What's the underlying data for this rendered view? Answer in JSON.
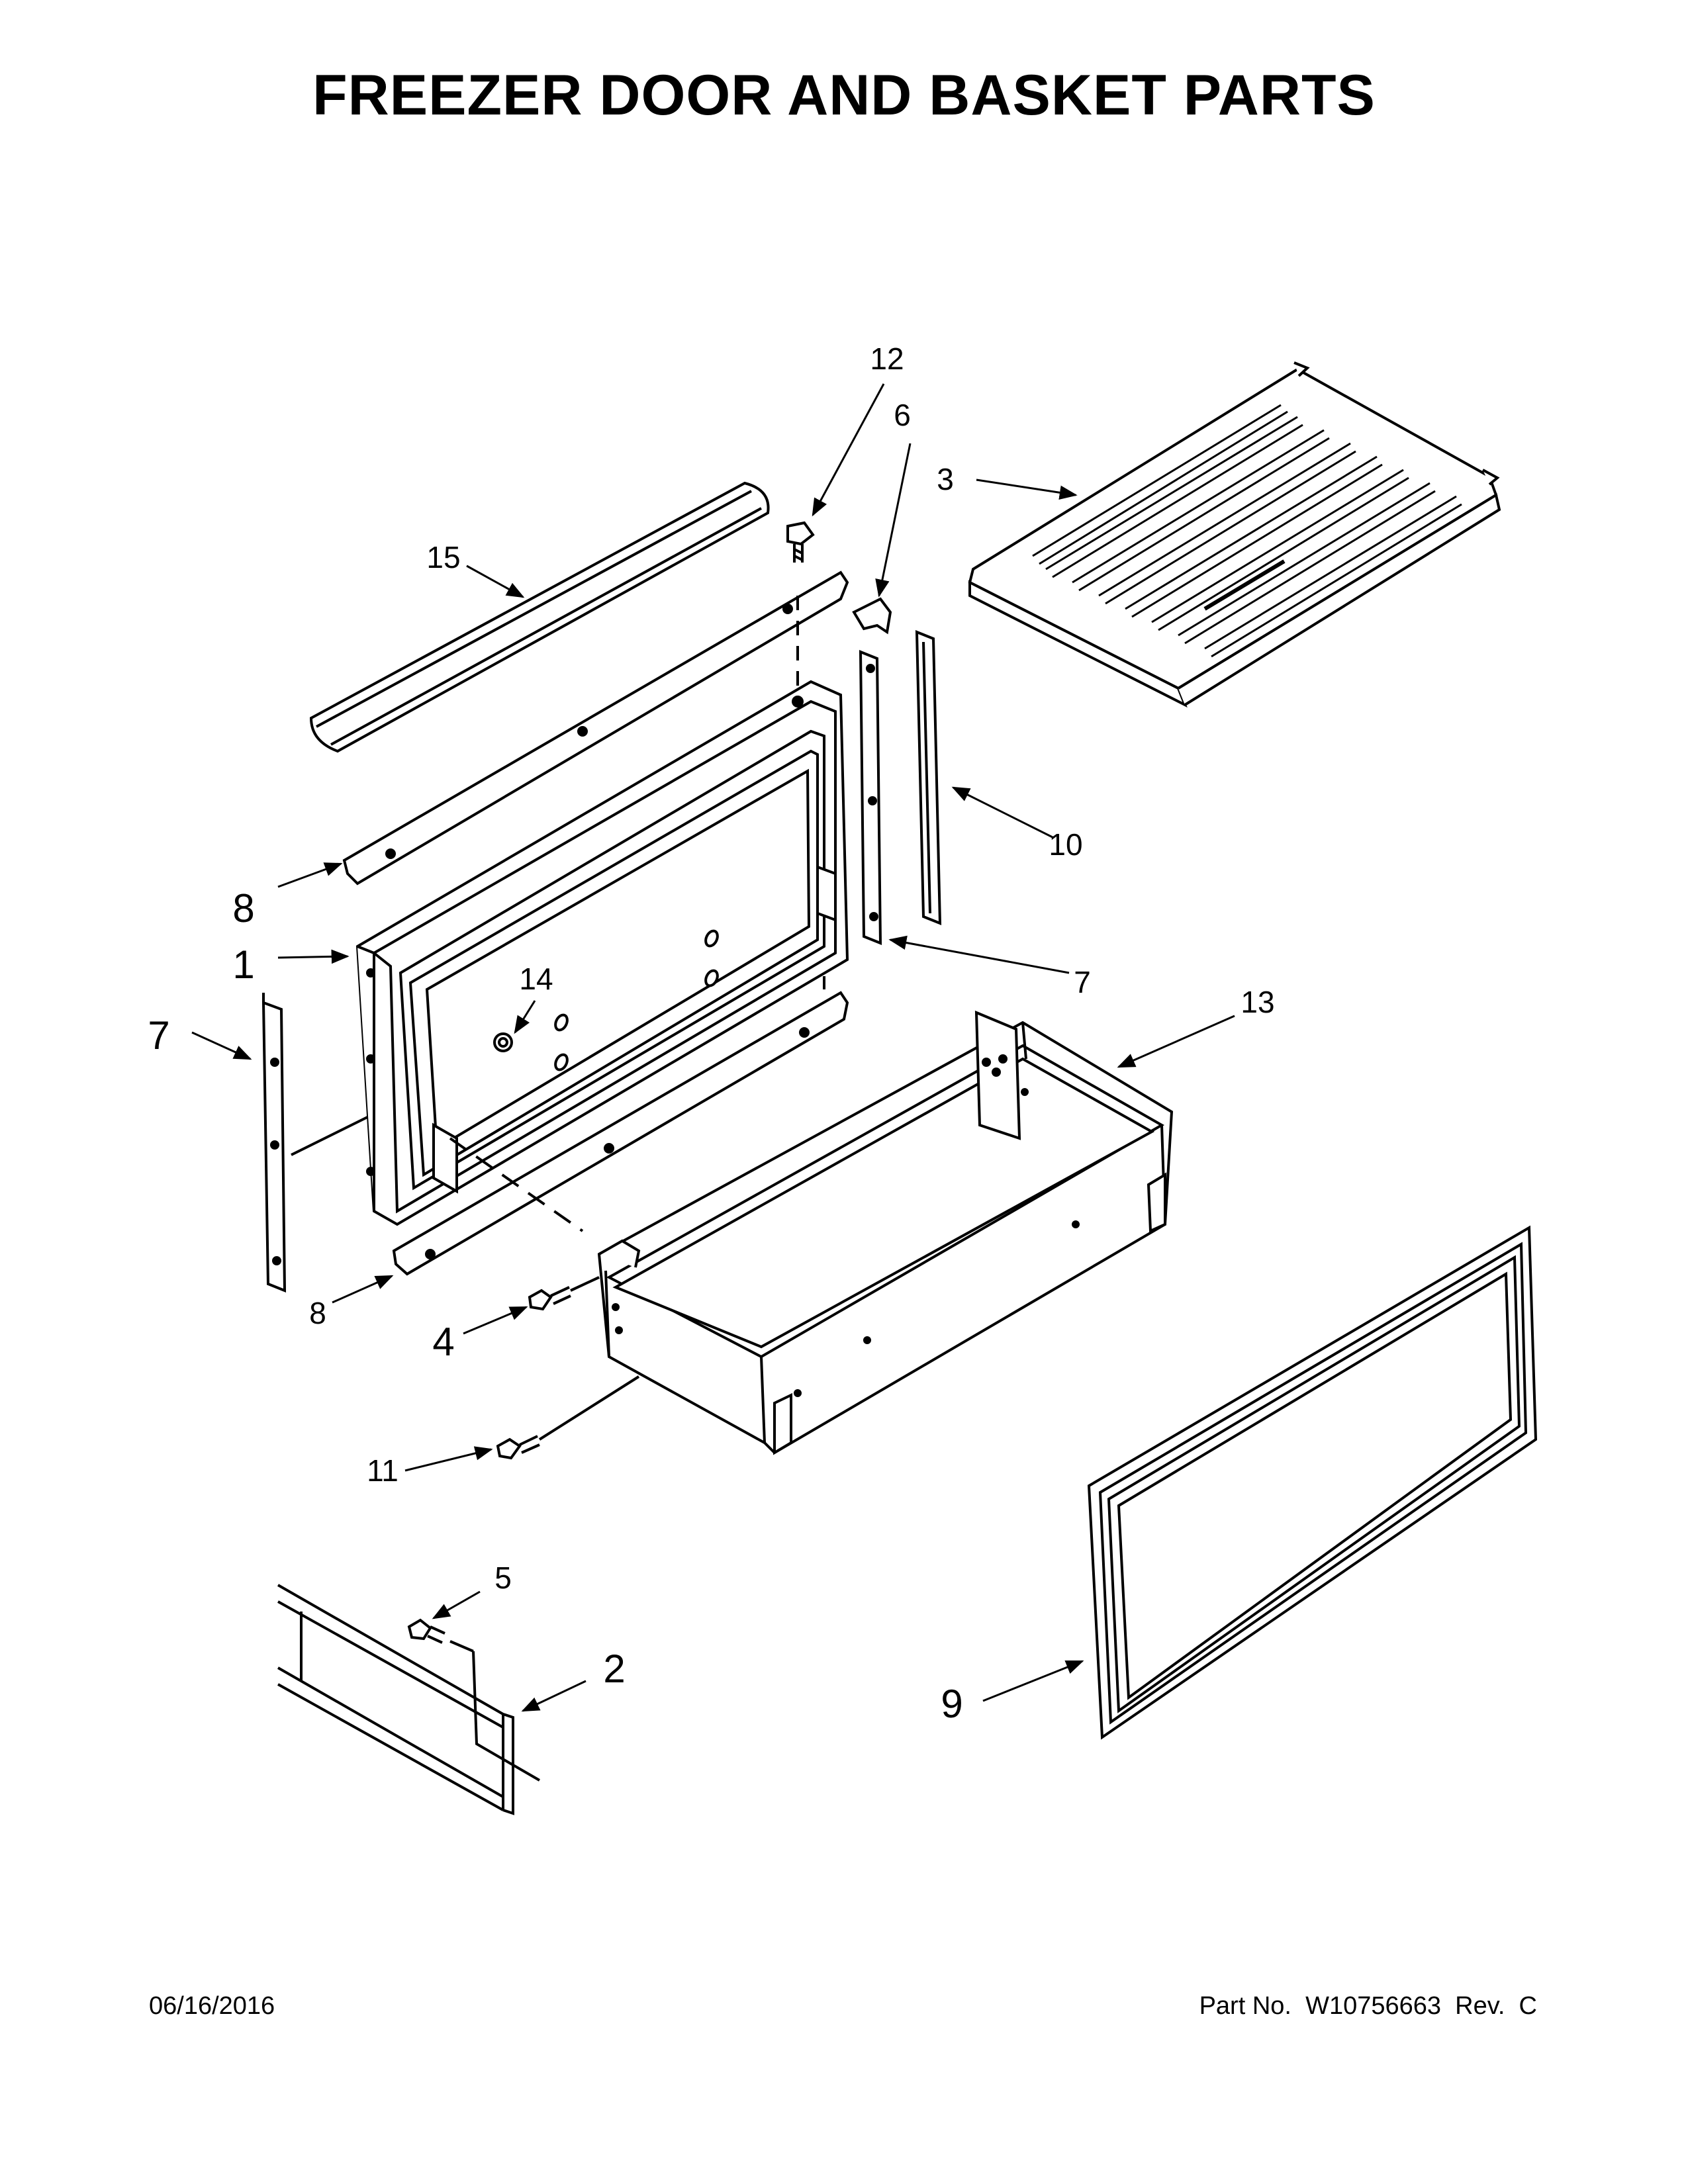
{
  "title": "FREEZER DOOR AND BASKET PARTS",
  "footer": {
    "date": "06/16/2016",
    "part_number": "Part No.  W10756663  Rev.  C"
  },
  "callouts": {
    "c1": "1",
    "c2": "2",
    "c3": "3",
    "c4": "4",
    "c5": "5",
    "c6": "6",
    "c7a": "7",
    "c7b": "7",
    "c8a": "8",
    "c8b": "8",
    "c9": "9",
    "c10": "10",
    "c11": "11",
    "c12": "12",
    "c13": "13",
    "c14": "14",
    "c15": "15"
  }
}
